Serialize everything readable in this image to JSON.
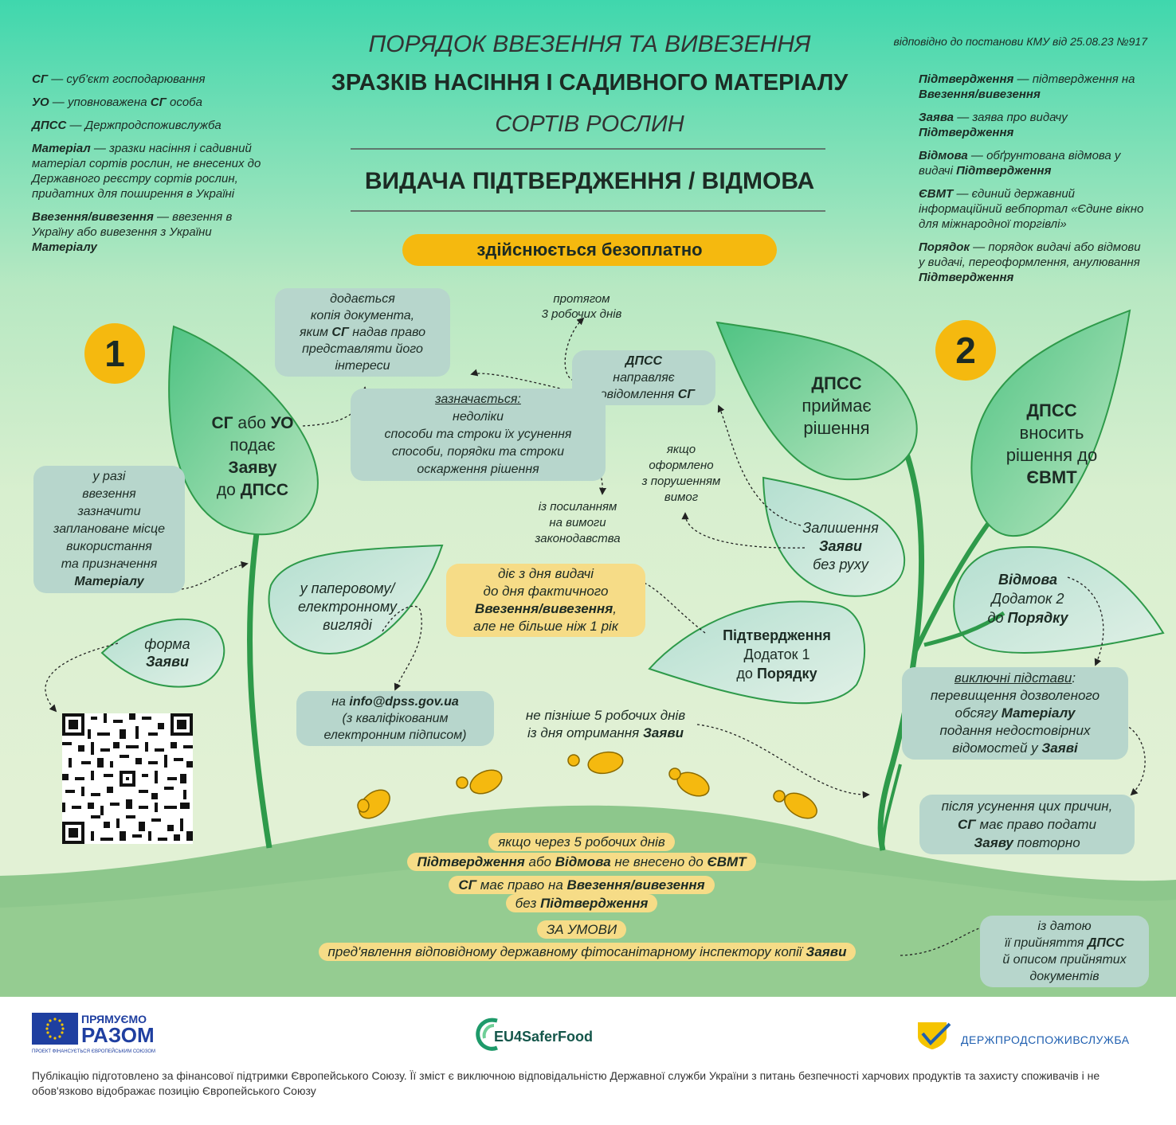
{
  "header": {
    "line1": "ПОРЯДОК ВВЕЗЕННЯ ТА ВИВЕЗЕННЯ",
    "line2": "ЗРАЗКІВ НАСІННЯ І САДИВНОГО МАТЕРІАЛУ",
    "line3": "СОРТІВ РОСЛИН",
    "subtitle": "ВИДАЧА ПІДТВЕРДЖЕННЯ / ВІДМОВА",
    "free_badge": "здійснюється безоплатно",
    "regulation": "відповідно до постанови КМУ від 25.08.23 №917"
  },
  "glossary_left": [
    {
      "term": "СГ",
      "def": " — суб'єкт господарювання"
    },
    {
      "term": "УО",
      "def": " — уповноважена ",
      "term2": "СГ",
      "def2": " особа"
    },
    {
      "term": "ДПСС",
      "def": " — Держпродспоживслужба"
    },
    {
      "term": "Матеріал",
      "def": " — зразки насіння і садивний матеріал сортів рослин, не внесених до Державного реєстру сортів рослин, придатних для поширення в Україні"
    },
    {
      "term": "Ввезення/вивезення",
      "def": " — ввезення в Україну або вивезення з України ",
      "term2": "Матеріалу",
      "def2": ""
    }
  ],
  "glossary_right": [
    {
      "term": "Підтвердження",
      "def": " — підтвердження на ",
      "term2": "Ввезення/вивезення",
      "def2": ""
    },
    {
      "term": "Заява",
      "def": " — заява про видачу ",
      "term2": "Підтвердження",
      "def2": ""
    },
    {
      "term": "Відмова",
      "def": " — обґрунтована відмова у видачі ",
      "term2": "Підтвердження",
      "def2": ""
    },
    {
      "term": "ЄВМТ",
      "def": " — єдиний державний інформаційний вебпортал «Єдине вікно для міжнародної торгівлі»"
    },
    {
      "term": "Порядок",
      "def": " — порядок видачі або відмови у видачі, переоформлення, анулювання ",
      "term2": "Підтвердження",
      "def2": ""
    }
  ],
  "steps": {
    "one": "1",
    "two": "2"
  },
  "leaf_apply": {
    "a": "СГ",
    "b": " або ",
    "c": "УО",
    "d": "подає",
    "e": "Заяву",
    "f": "до ",
    "g": "ДПСС"
  },
  "note_copy": [
    "додається",
    "копія документа,",
    "яким ",
    "СГ",
    " надав право",
    "представляти його",
    "інтереси"
  ],
  "note_place": [
    "у разі",
    "ввезення",
    "зазначити",
    "заплановане місце",
    "використання",
    "та призначення",
    "Матеріалу"
  ],
  "leaf_form": [
    "форма",
    "Заяви"
  ],
  "leaf_paper": [
    "у паперовому/",
    "електронному",
    "вигляді"
  ],
  "email_box": [
    "на ",
    "info@dpss.gov.ua",
    "(з кваліфікованим",
    "електронним підписом)"
  ],
  "notice": {
    "within": [
      "протягом",
      "3 робочих днів"
    ],
    "box": [
      "ДПСС",
      "направляє",
      "повідомлення ",
      "СГ"
    ],
    "specified": "зазначається:",
    "items": [
      "недоліки",
      "способи та строки їх усунення",
      "способи, порядки та строки",
      "оскарження рішення"
    ],
    "with_ref": [
      "із посиланням",
      "на вимоги",
      "законодавства"
    ]
  },
  "violation": [
    "якщо",
    "оформлено",
    "з порушенням",
    "вимог"
  ],
  "leaf_no_move": [
    "Залишення",
    "Заяви",
    "без руху"
  ],
  "leaf_decision": [
    "ДПСС",
    "приймає",
    "рішення"
  ],
  "leaf_evmt": [
    "ДПСС",
    "вносить",
    "рішення до",
    "ЄВМТ"
  ],
  "validity": [
    "діє з дня видачі",
    "до дня фактичного",
    "Ввезення/вивезення",
    ",",
    "але не більше ніж 1 рік"
  ],
  "leaf_confirm": [
    "Підтвердження",
    "Додаток 1",
    "до ",
    "Порядку"
  ],
  "leaf_refusal": [
    "Відмова",
    "Додаток 2",
    "до ",
    "Порядку"
  ],
  "exclusive": {
    "title": "виключні підстави",
    "colon": ":",
    "items": [
      [
        "перевищення дозволеного",
        "обсягу ",
        "Матеріалу"
      ],
      [
        "подання недостовірних",
        "відомостей у ",
        "Заяві"
      ]
    ]
  },
  "after_fix": [
    "після усунення цих причин,",
    "СГ",
    " має право подати",
    "Заяву",
    " повторно"
  ],
  "deadline": [
    "не пізніше 5 робочих днів",
    "із дня отримання ",
    "Заяви"
  ],
  "bottom": {
    "l1": "якщо через 5 робочих днів",
    "l2a": "Підтвердження",
    "l2b": " або ",
    "l2c": "Відмова",
    "l2d": " не внесено до ",
    "l2e": "ЄВМТ",
    "l3a": "СГ",
    "l3b": " має право на ",
    "l3c": "Ввезення/вивезення",
    "l4a": "без ",
    "l4b": "Підтвердження",
    "l5": "ЗА УМОВИ",
    "l6a": "пред'явлення відповідному державному фітосанітарному інспектору копії ",
    "l6b": "Заяви"
  },
  "date_note": [
    "із датою",
    "її прийняття ",
    "ДПСС",
    "й описом прийнятих",
    "документів"
  ],
  "footer": {
    "eu_logo_top": "ПРЯМУЄМО",
    "eu_logo_main": "РАЗОМ",
    "eu_logo_small": "ПРОЕКТ ФІНАНСУЄТЬСЯ ЄВРОПЕЙСЬКИМ СОЮЗОМ",
    "eu4": "EU4SaferFood",
    "dpss": "ДЕРЖПРОДСПОЖИВСЛУЖБА",
    "disclaimer": "Публікацію підготовлено за фінансової підтримки Європейського Союзу. Її зміст є виключною відповідальністю Державної служби України з питань безпечності харчових продуктів та захисту споживачів і не обов'язково відображає позицію Європейського Союзу"
  },
  "colors": {
    "leaf_dark": "#5cc98a",
    "leaf_light": "#cfe9df",
    "stem": "#2e9a4a",
    "accent": "#f5b90f",
    "chip": "#b7d6cc",
    "ychip": "#f6dc87"
  }
}
